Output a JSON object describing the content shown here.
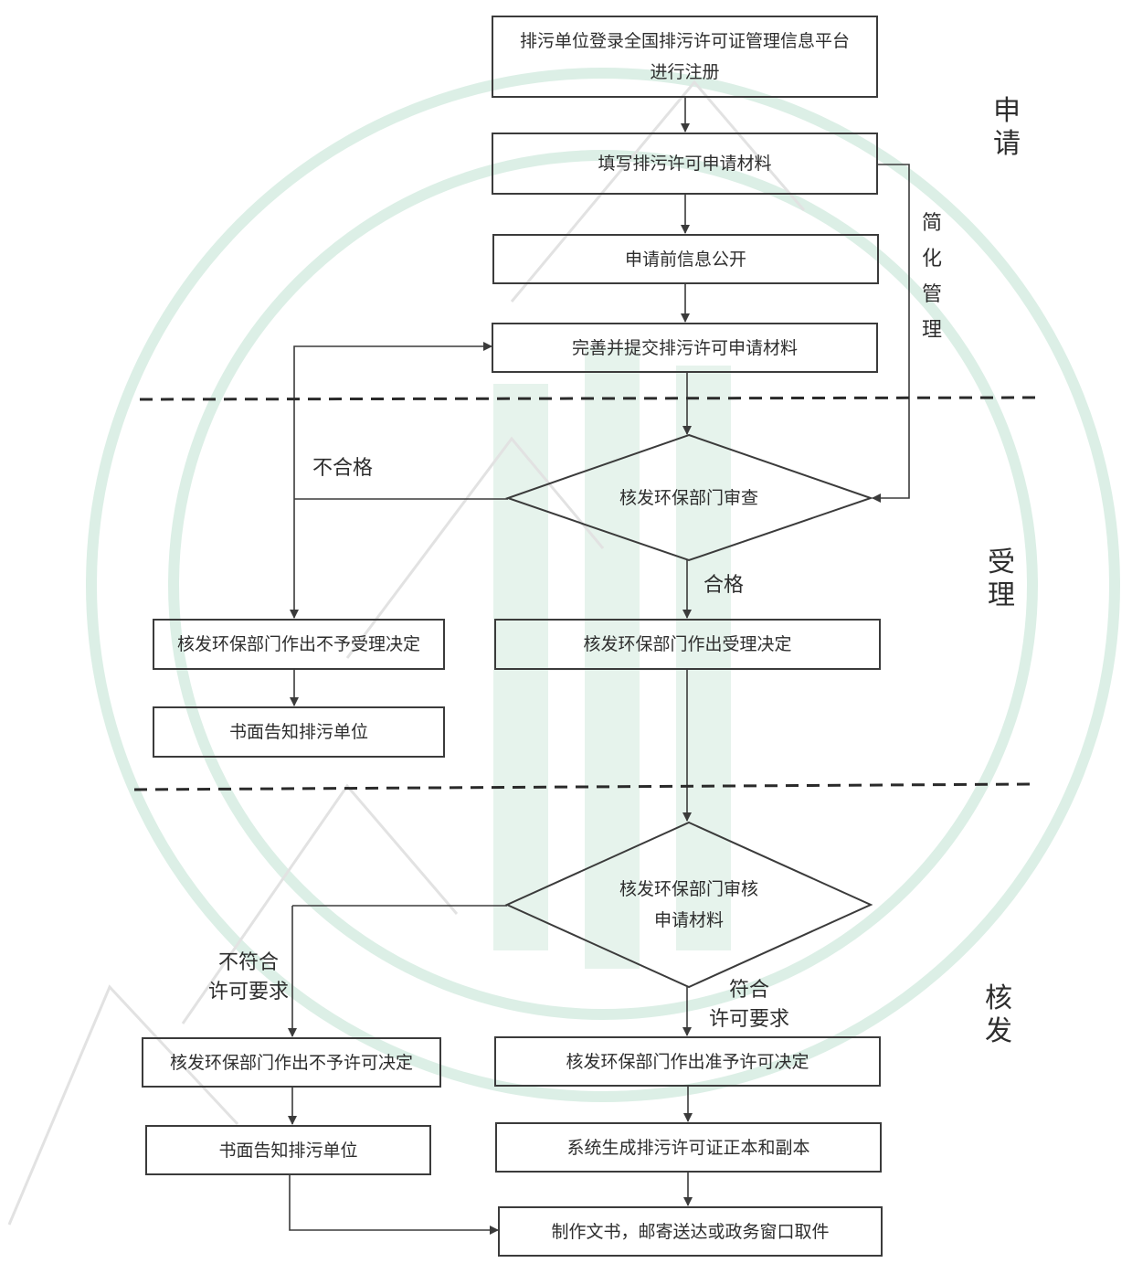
{
  "stages": {
    "apply": "申\n请",
    "accept": "受\n理",
    "issue": "核\n发"
  },
  "side_label": "简\n化\n管\n理",
  "nodes": {
    "register": "排污单位登录全国排污许可证管理信息平台\n进行注册",
    "fill": "填写排污许可申请材料",
    "disclose": "申请前信息公开",
    "submit": "完善并提交排污许可申请材料",
    "review": "核发环保部门审查",
    "reject_decision": "核发环保部门作出不予受理决定",
    "reject_notify": "书面告知排污单位",
    "accept_decision": "核发环保部门作出受理决定",
    "audit": "核发环保部门审核\n申请材料",
    "deny_permit": "核发环保部门作出不予许可决定",
    "deny_notify": "书面告知排污单位",
    "grant_permit": "核发环保部门作出准予许可决定",
    "generate": "系统生成排污许可证正本和副本",
    "deliver": "制作文书，邮寄送达或政务窗口取件"
  },
  "edge_labels": {
    "unqualified": "不合格",
    "qualified": "合格",
    "not_meet": "不符合\n许可要求",
    "meet": "符合\n许可要求"
  },
  "colors": {
    "line": "#3b3b3b",
    "watermark": "#dcefe6",
    "text": "#2d2d2d"
  }
}
